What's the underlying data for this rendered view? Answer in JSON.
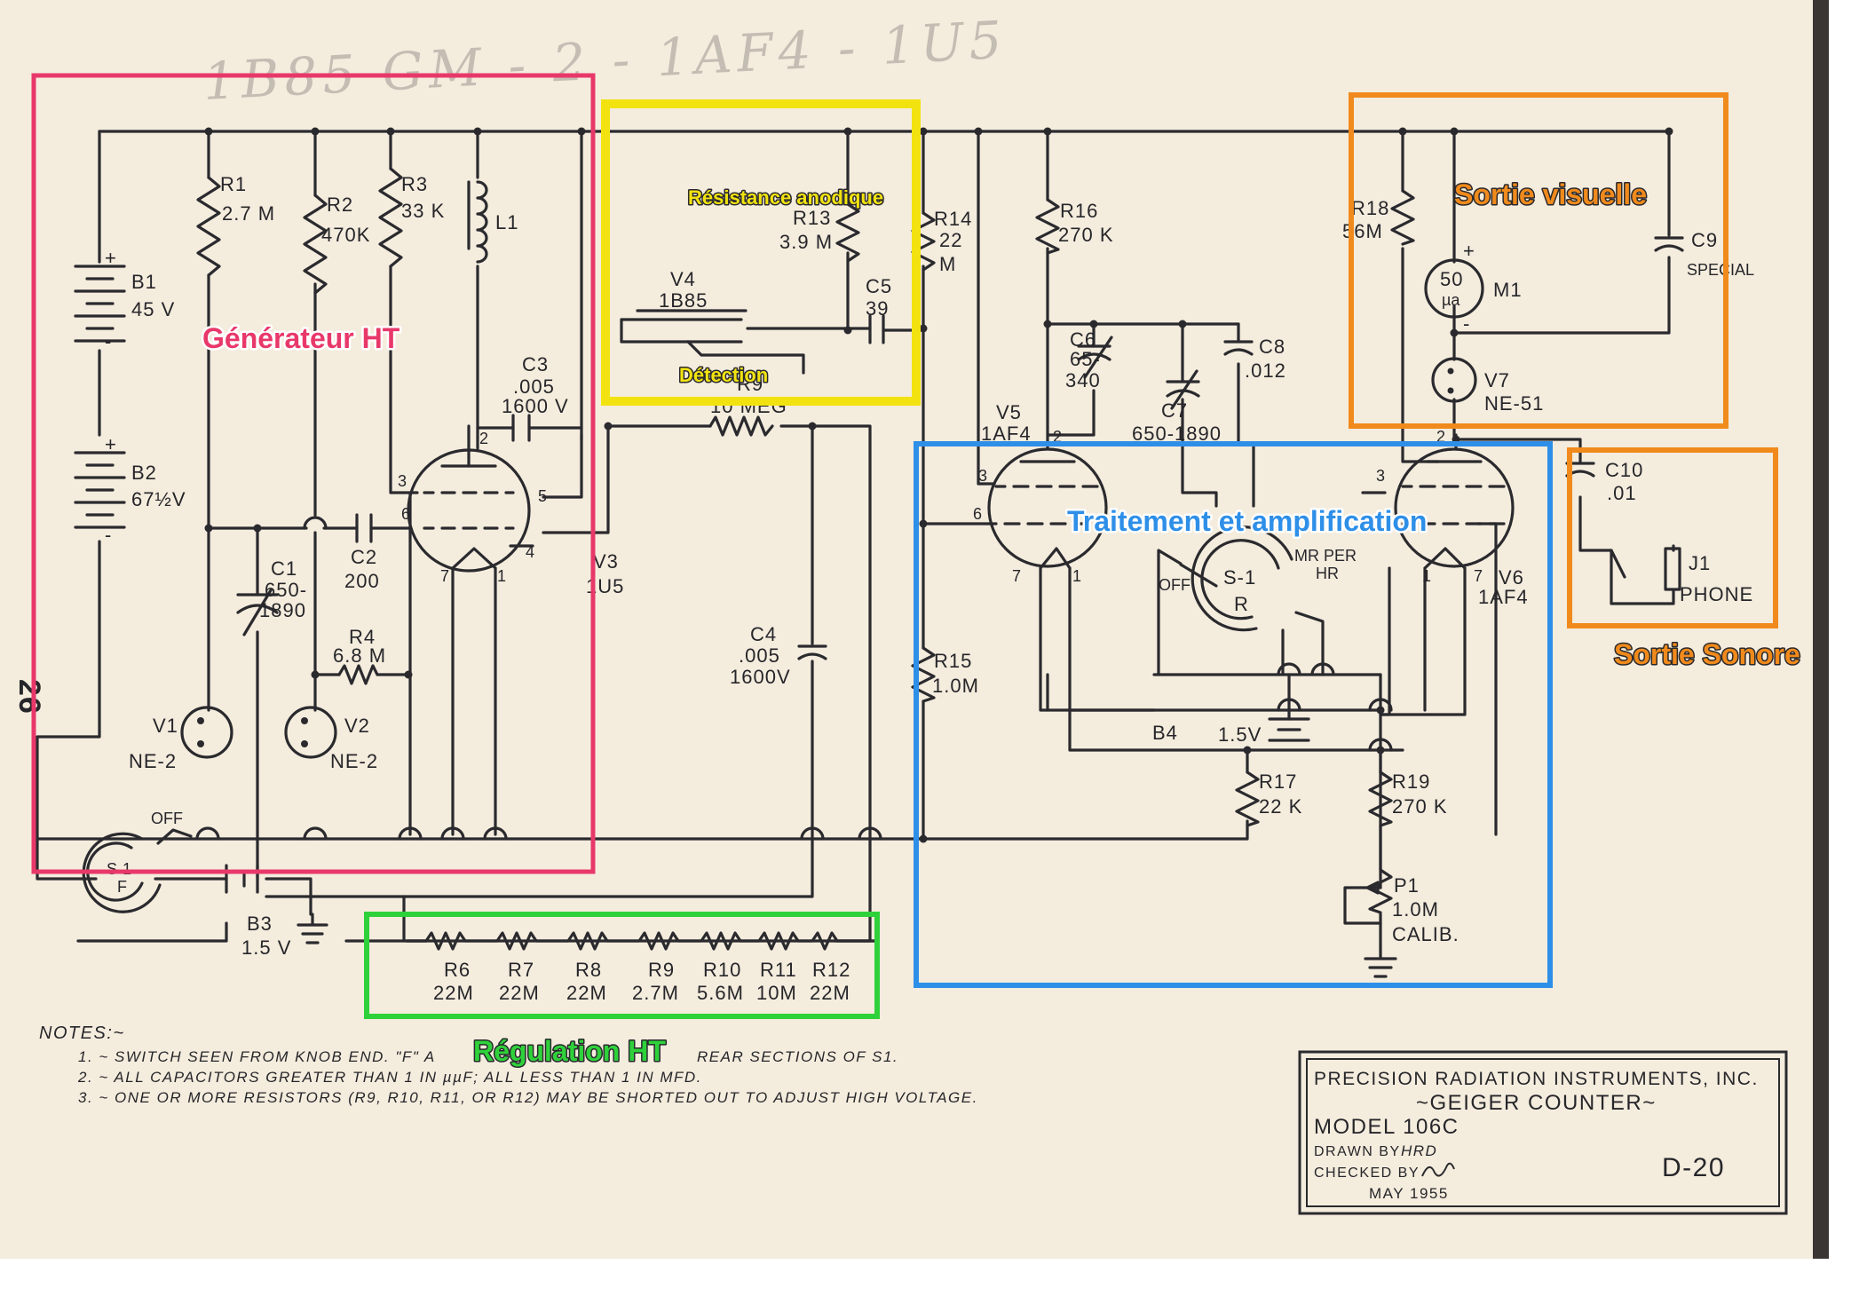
{
  "handwriting": "1B85 GM - 2 - 1AF4 - 1U5",
  "page_number": "26",
  "overlays": {
    "generateur": {
      "label": "Générateur HT",
      "color": "#e8386a"
    },
    "detection": {
      "label": "Détection",
      "sublabel": "Résistance anodique",
      "color": "#f2e310"
    },
    "visuelle": {
      "label": "Sortie visuelle",
      "color": "#f08a1c"
    },
    "sonore": {
      "label": "Sortie Sonore",
      "color": "#f08a1c"
    },
    "traitement": {
      "label": "Traitement et amplification",
      "color": "#2e8fe8"
    },
    "regulation": {
      "label": "Régulation HT",
      "color": "#2fd13a"
    }
  },
  "components": {
    "b1": "B1",
    "b1v": "45 V",
    "b2": "B2",
    "b2v": "67½V",
    "b3": "B3",
    "b3v": "1.5 V",
    "r1": "R1",
    "r1v": "2.7 M",
    "r2": "R2",
    "r2v": "470K",
    "r3": "R3",
    "r3v": "33 K",
    "l1": "L1",
    "c1": "C1",
    "c1v1": "650-",
    "c1v2": "1890",
    "c2": "C2",
    "c2v": "200",
    "c3": "C3",
    "c3v1": ".005",
    "c3v2": "1600 V",
    "r4": "R4",
    "r4v": "6.8 M",
    "v1": "V1",
    "v1t": "NE-2",
    "v2": "V2",
    "v2t": "NE-2",
    "v3": "V3",
    "v3t": "1U5",
    "s1f_off": "OFF",
    "s1f": "S-1",
    "s1f_sub": "F",
    "v4": "V4",
    "v4t": "1B85",
    "r13": "R13",
    "r13v": "3.9 M",
    "c5": "C5",
    "c5v": "39",
    "r9": "R9",
    "r9v": "10 MEG",
    "r14": "R14",
    "r14v1": "22",
    "r14v2": "M",
    "c4": "C4",
    "c4v1": ".005",
    "c4v2": "1600V",
    "r6": "R6",
    "r6v": "22M",
    "r7": "R7",
    "r7v": "22M",
    "r8": "R8",
    "r8v": "22M",
    "r9b": "R9",
    "r9bv": "2.7M",
    "r10": "R10",
    "r10v": "5.6M",
    "r11": "R11",
    "r11v": "10M",
    "r12": "R12",
    "r12v": "22M",
    "r15": "R15",
    "r15v": "1.0M",
    "r16": "R16",
    "r16v": "270 K",
    "c6": "C6",
    "c6v1": "65-",
    "c6v2": "340",
    "c7": "C7",
    "c7v": "650-1890",
    "c8": "C8",
    "c8v": ".012",
    "v5": "V5",
    "v5t": "1AF4",
    "v6": "V6",
    "v6t": "1AF4",
    "s1r_off": "OFF",
    "s1r": "S-1",
    "s1r_sub": "R",
    "mrper": "MR PER",
    "hr": "HR",
    "b4": "B4",
    "b4v": "1.5V",
    "r17": "R17",
    "r17v": "22 K",
    "r19": "R19",
    "r19v": "270 K",
    "p1": "P1",
    "p1v": "1.0M",
    "p1t": "CALIB.",
    "r18": "R18",
    "r18v": "56M",
    "m1": "M1",
    "m1v1": "50",
    "m1v2": "µa",
    "v7": "V7",
    "v7t": "NE-51",
    "c9": "C9",
    "c9v": "SPECIAL",
    "c10": "C10",
    "c10v": ".01",
    "j1": "J1",
    "j1t": "PHONE"
  },
  "pins": {
    "p2": "2",
    "p3": "3",
    "p4": "4",
    "p5": "5",
    "p6": "6",
    "p7": "7",
    "p1": "1"
  },
  "notes": {
    "title": "NOTES:~",
    "n1": "1. ~ SWITCH SEEN FROM KNOB END. \"F\" A",
    "n1b": "REAR SECTIONS OF S1.",
    "n2": "2. ~ ALL CAPACITORS GREATER THAN 1 IN µµF; ALL LESS THAN 1 IN MFD.",
    "n3": "3. ~ ONE OR MORE RESISTORS (R9, R10, R11, OR R12) MAY BE SHORTED OUT TO ADJUST HIGH VOLTAGE."
  },
  "title_block": {
    "company": "PRECISION RADIATION INSTRUMENTS, INC.",
    "title": "~GEIGER COUNTER~",
    "model": "MODEL  106C",
    "drawn": "DRAWN BY",
    "drawn_sig": "HRD",
    "checked": "CHECKED BY",
    "date": "MAY 1955",
    "drawing_no": "D-20"
  }
}
